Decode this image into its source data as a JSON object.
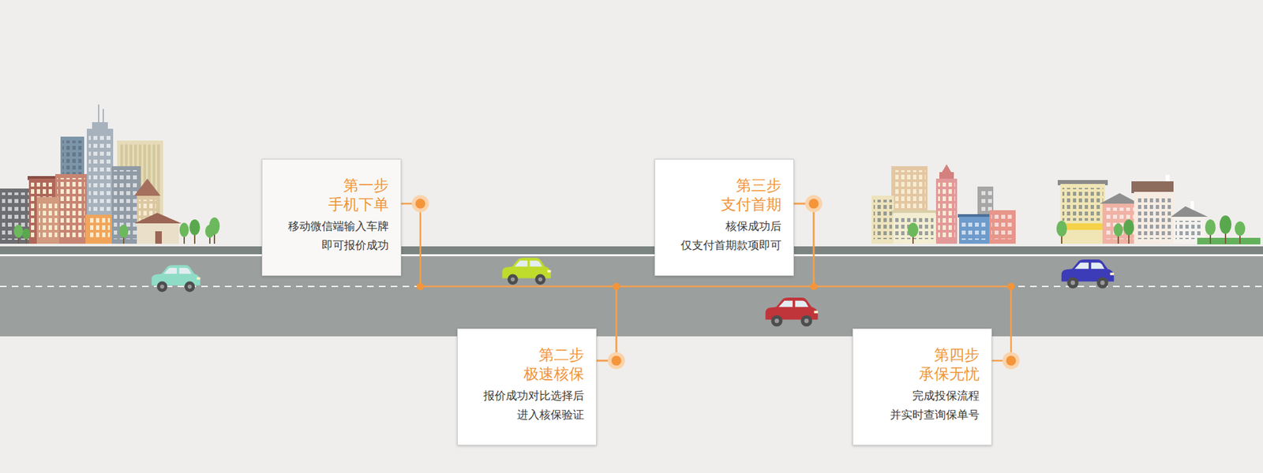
{
  "diagram": {
    "nodes": [
      {
        "text": [
          "第一步 手机下单",
          "移动微信端输入车牌 即可报价成功"
        ]
      },
      {
        "text": [
          "第二步 极速核保",
          "报价成功对比选择后 进入核保验证"
        ]
      },
      {
        "text": [
          "第三步 支付首期",
          "核保成功后 仅支付首期款项即可"
        ]
      },
      {
        "text": [
          "第四步 承保无忧",
          "完成投保流程 并实时查询保单号"
        ]
      }
    ],
    "edges": [
      {
        "from": 0,
        "to": 1,
        "arrow": "none"
      },
      {
        "from": 1,
        "to": 2,
        "arrow": "none"
      },
      {
        "from": 2,
        "to": 3,
        "arrow": "none"
      }
    ]
  }
}
